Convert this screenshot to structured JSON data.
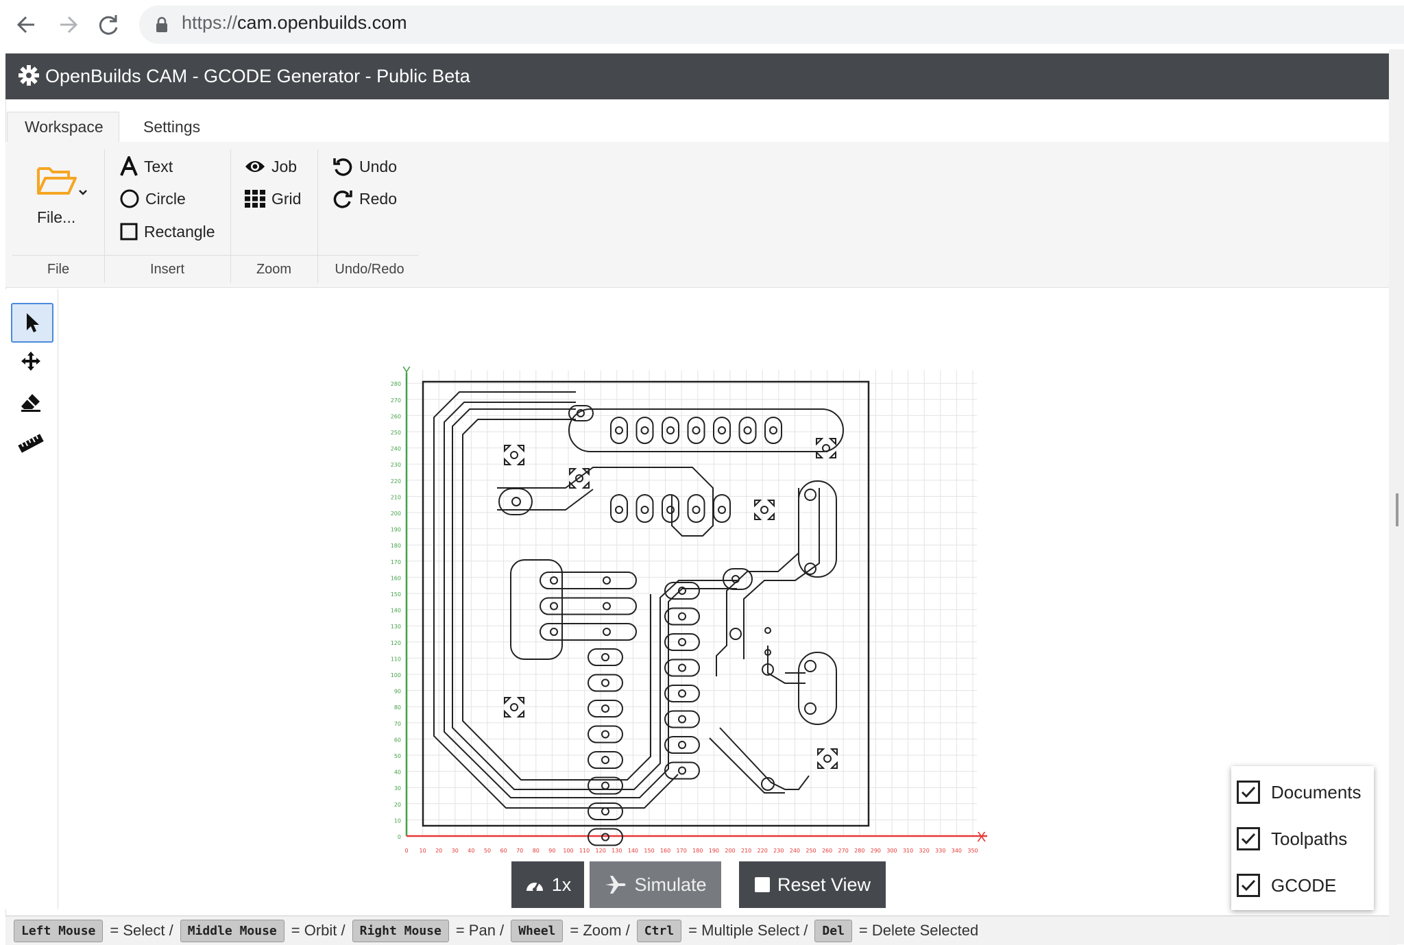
{
  "browser": {
    "url_scheme": "https://",
    "url_host": "cam.openbuilds.com"
  },
  "app": {
    "title": "OpenBuilds CAM - GCODE Generator - Public Beta"
  },
  "tabs": [
    {
      "label": "Workspace"
    },
    {
      "label": "Settings"
    }
  ],
  "ribbon": {
    "file": {
      "label": "File...",
      "group": "File"
    },
    "insert": {
      "text": "Text",
      "circle": "Circle",
      "rectangle": "Rectangle",
      "group": "Insert"
    },
    "zoom": {
      "job": "Job",
      "grid": "Grid",
      "group": "Zoom"
    },
    "undoredo": {
      "undo": "Undo",
      "redo": "Redo",
      "group": "Undo/Redo"
    }
  },
  "left_tools": [
    "select-arrow-icon",
    "move-icon",
    "eraser-icon",
    "ruler-icon"
  ],
  "viewport": {
    "y_axis_letter": "Y",
    "x_axis_letter": "X",
    "y_tick_labels": [
      "280",
      "270",
      "260",
      "250",
      "240",
      "230",
      "220",
      "210",
      "200",
      "190",
      "180",
      "170",
      "160",
      "150",
      "140",
      "130",
      "120",
      "110",
      "100",
      "90",
      "80",
      "70",
      "60",
      "50",
      "40",
      "30",
      "20",
      "10",
      "0"
    ],
    "x_tick_labels": [
      "0",
      "10",
      "20",
      "30",
      "40",
      "50",
      "60",
      "70",
      "80",
      "90",
      "100",
      "110",
      "120",
      "130",
      "140",
      "150",
      "160",
      "170",
      "180",
      "190",
      "200",
      "210",
      "220",
      "230",
      "240",
      "250",
      "260",
      "270",
      "280",
      "290",
      "300",
      "310",
      "320",
      "330",
      "340",
      "350"
    ],
    "axis_colors": {
      "x": "#e53935",
      "y": "#43a047"
    }
  },
  "bottom_buttons": {
    "speed": "1x",
    "simulate": "Simulate",
    "reset_view": "Reset View"
  },
  "layers": [
    {
      "label": "Documents",
      "checked": true
    },
    {
      "label": "Toolpaths",
      "checked": true
    },
    {
      "label": "GCODE",
      "checked": true
    }
  ],
  "status": {
    "k1": "Left Mouse",
    "t1": "= Select /",
    "k2": "Middle Mouse",
    "t2": "= Orbit /",
    "k3": "Right Mouse",
    "t3": "= Pan /",
    "k4": "Wheel",
    "t4": "= Zoom /",
    "k5": "Ctrl",
    "t5": "= Multiple Select /",
    "k6": "Del",
    "t6": "= Delete Selected"
  },
  "colors": {
    "titlebar": "#45494d",
    "folder": "#f5a623",
    "accent": "#4a89dc"
  }
}
